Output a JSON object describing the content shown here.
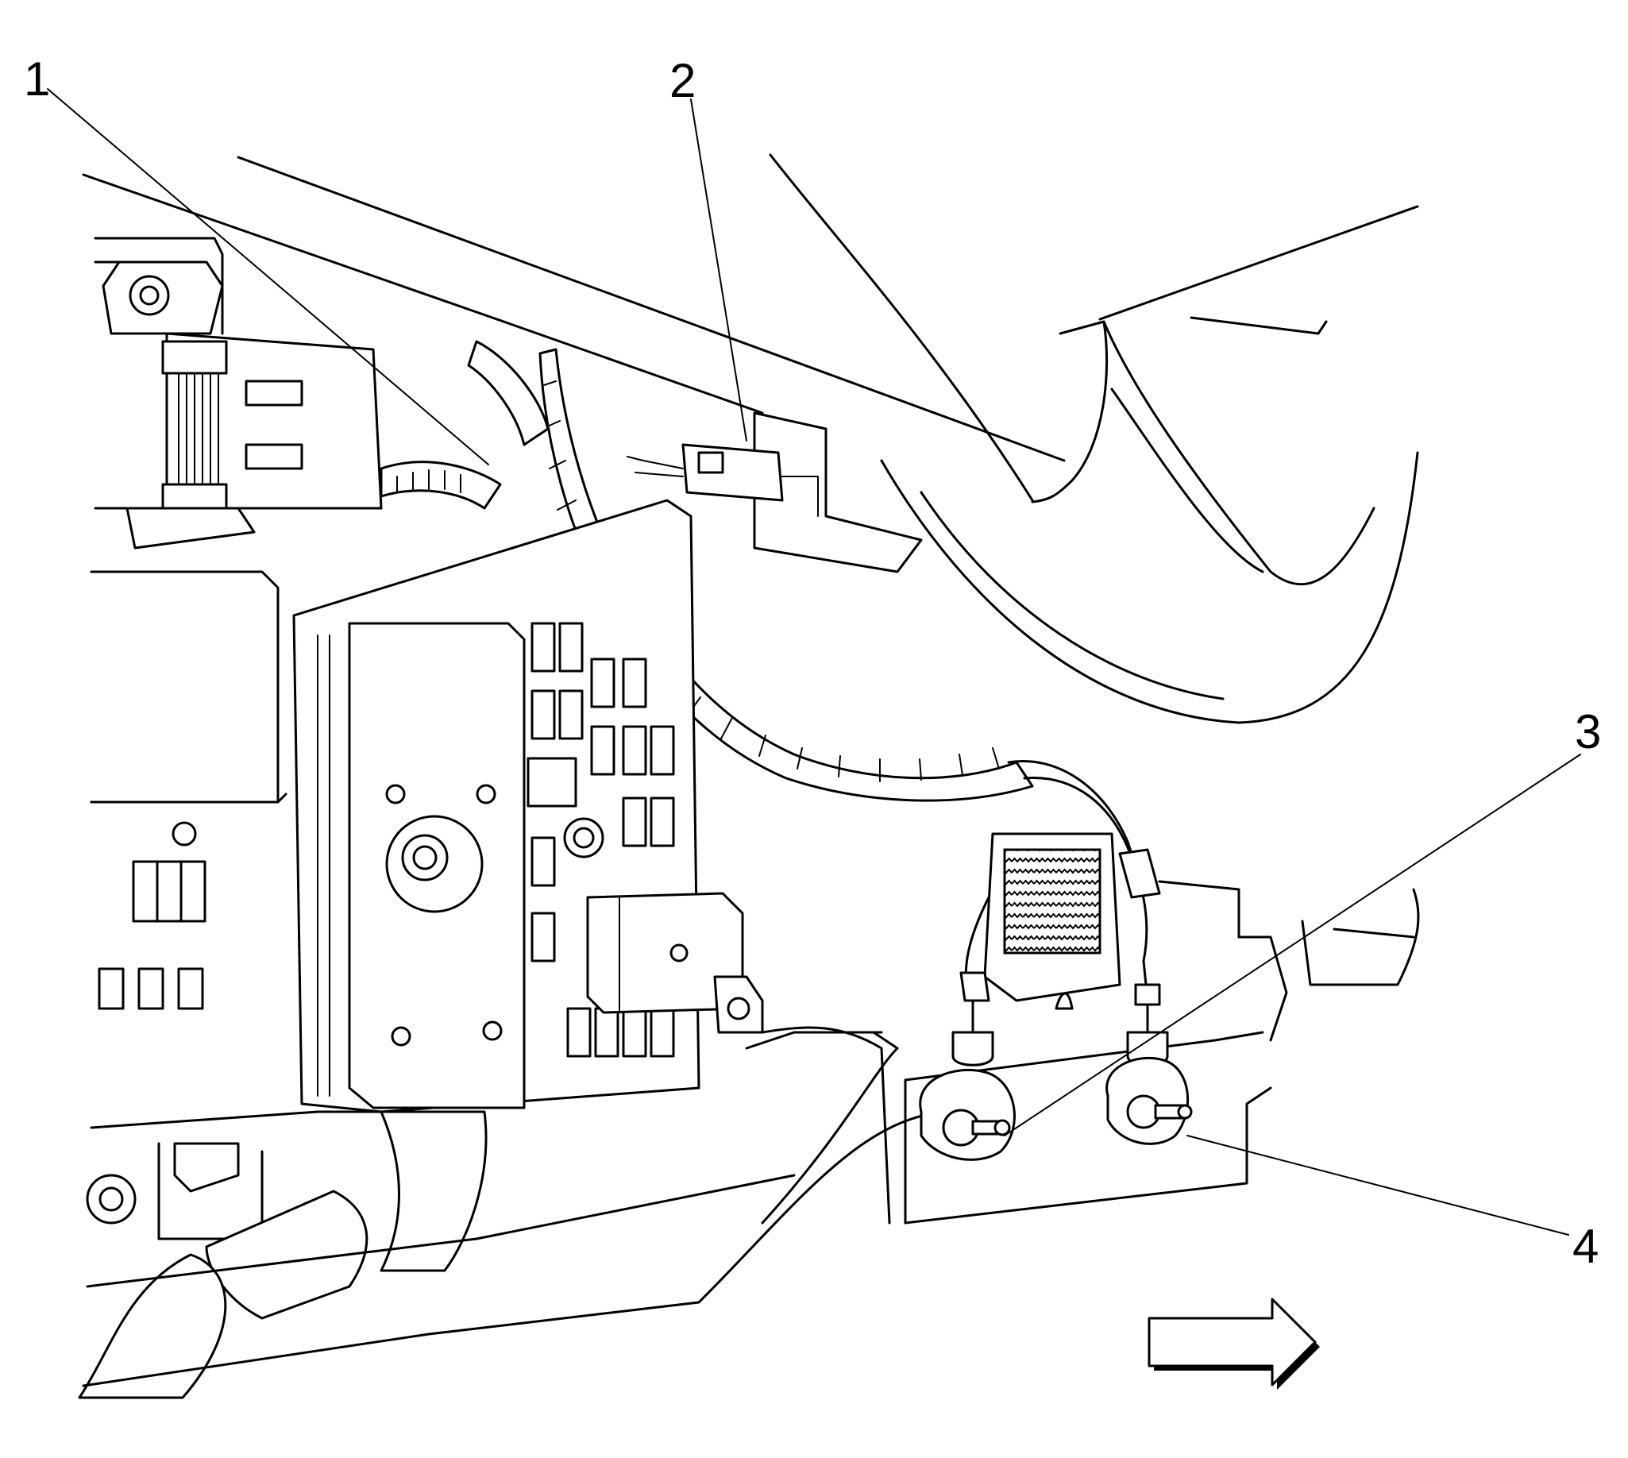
{
  "callouts": [
    {
      "label": "1"
    },
    {
      "label": "2"
    },
    {
      "label": "3"
    },
    {
      "label": "4"
    }
  ],
  "icons": {
    "direction_arrow": "right-arrow-icon"
  },
  "colors": {
    "line": "#000000",
    "background": "#ffffff"
  }
}
